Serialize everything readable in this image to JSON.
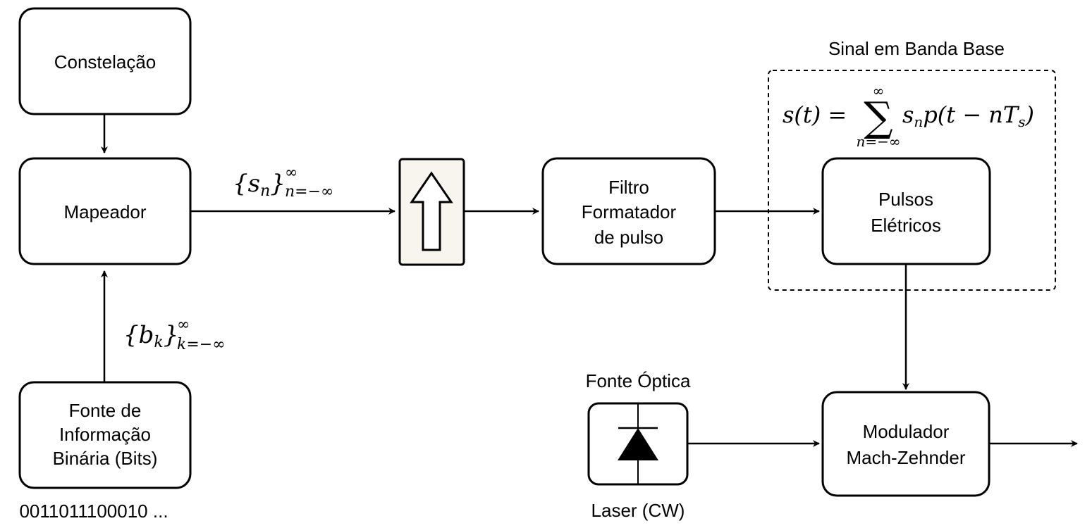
{
  "blocks": {
    "constelacao": "Constelação",
    "mapeador": "Mapeador",
    "fonte_info": [
      "Fonte de",
      "Informação",
      "Binária (Bits)"
    ],
    "filtro": [
      "Filtro",
      "Formatador",
      "de pulso"
    ],
    "pulsos": [
      "Pulsos",
      "Elétricos"
    ],
    "modulador": [
      "Modulador",
      "Mach-Zehnder"
    ]
  },
  "labels": {
    "bits_sequence": "0011011100010 ...",
    "fonte_optica": "Fonte Óptica",
    "laser": "Laser (CW)",
    "banda_base_title": "Sinal em Banda Base"
  },
  "math": {
    "sn_seq": {
      "base": "{s",
      "sub": "n",
      "close": "}",
      "sup": "∞",
      "range": "n=−∞"
    },
    "bk_seq": {
      "base": "{b",
      "sub": "k",
      "close": "}",
      "sup": "∞",
      "range": "k=−∞"
    },
    "signal": {
      "lhs": "s(t) =",
      "sum_sym": "∑",
      "sum_top": "∞",
      "sum_bottom": "n=−∞",
      "term_a": "s",
      "term_a_sub": "n",
      "term_b": "p(t − nT",
      "term_b_sub": "s",
      "term_close": ")"
    }
  },
  "colors": {
    "upsampler_fill": "#f7f5ee",
    "stroke": "#000000"
  },
  "icons": {
    "upsampler": "up-arrow-icon",
    "laser": "diode-icon"
  }
}
